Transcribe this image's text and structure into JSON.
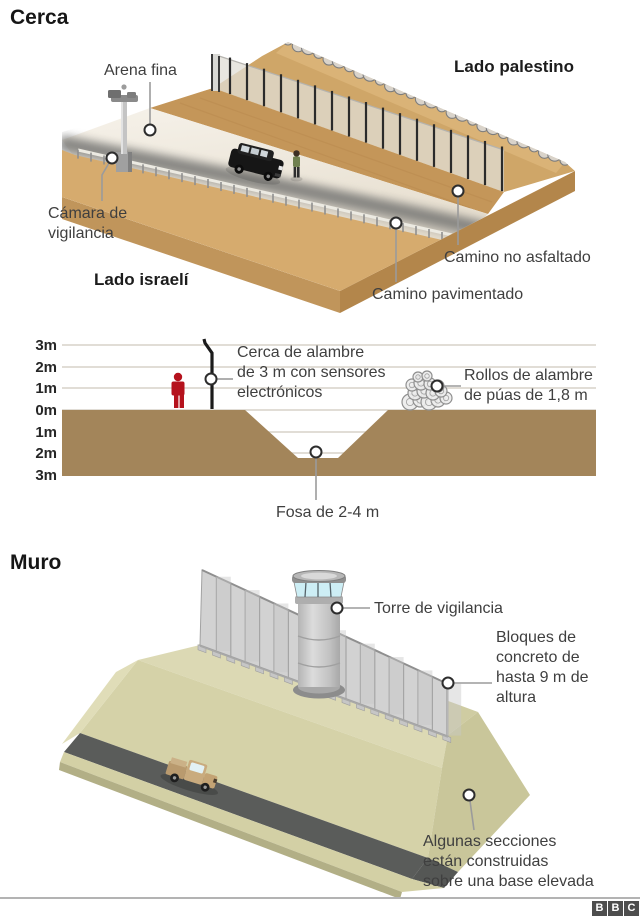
{
  "cerca": {
    "title": "Cerca",
    "labels": {
      "arena_fina": "Arena fina",
      "lado_palestino": "Lado palestino",
      "camara": "Cámara de\nvigilancia",
      "lado_israeli": "Lado israelí",
      "camino_no_asfaltado": "Camino no asfaltado",
      "camino_pavimentado": "Camino pavimentado"
    }
  },
  "cross_section": {
    "scale": [
      "3m",
      "2m",
      "1m",
      "0m",
      "1m",
      "2m",
      "3m"
    ],
    "labels": {
      "cerca_alambre": "Cerca de alambre\nde 3 m con sensores\nelectrónicos",
      "rollos": "Rollos de alambre\nde púas de 1,8 m",
      "fosa": "Fosa de 2-4 m"
    }
  },
  "muro": {
    "title": "Muro",
    "labels": {
      "torre": "Torre de vigilancia",
      "bloques": "Bloques de\nconcreto de\nhasta 9 m de\naltura",
      "base_elevada": "Algunas secciones\nestán construidas\nsobre una base elevada"
    }
  },
  "footer": {
    "logo": [
      "B",
      "B",
      "C"
    ]
  },
  "colors": {
    "terrain_tan": "#d6ab6e",
    "terrain_edge": "#b3864b",
    "unpaved_road": "#c49659",
    "sand_light": "#f3eee4",
    "cross_section_ground": "#a3855a",
    "figure_red": "#b5121d",
    "embankment_olive": "#d8d5ab",
    "road_dark": "#5a5c5a",
    "wall_gray": "#d2d2d2",
    "glass_blue": "#cdeef5",
    "label_gray": "#3f3f3f",
    "bbc_gray": "#4d4d4d"
  }
}
